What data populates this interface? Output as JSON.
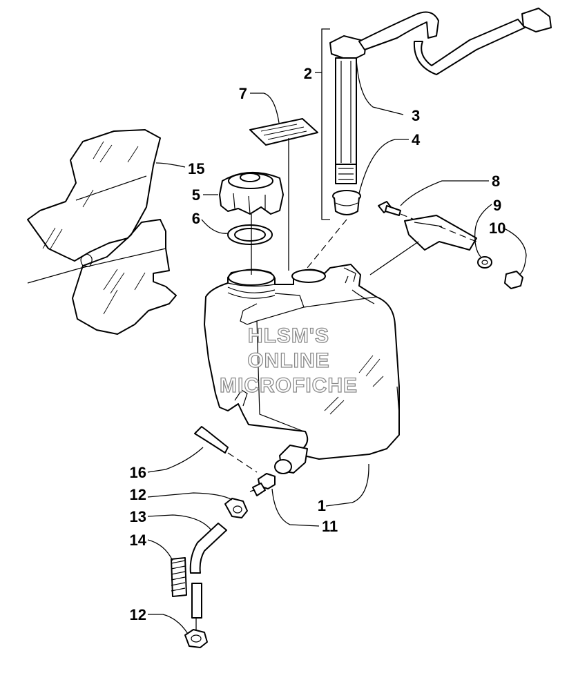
{
  "callouts": {
    "c1": "1",
    "c2": "2",
    "c3": "3",
    "c4": "4",
    "c5": "5",
    "c6": "6",
    "c7": "7",
    "c8": "8",
    "c9": "9",
    "c10": "10",
    "c11": "11",
    "c12a": "12",
    "c12b": "12",
    "c13": "13",
    "c14": "14",
    "c15": "15",
    "c16": "16"
  },
  "watermark": {
    "line1": "HLSM'S",
    "line2": "ONLINE",
    "line3": "MICROFICHE"
  }
}
